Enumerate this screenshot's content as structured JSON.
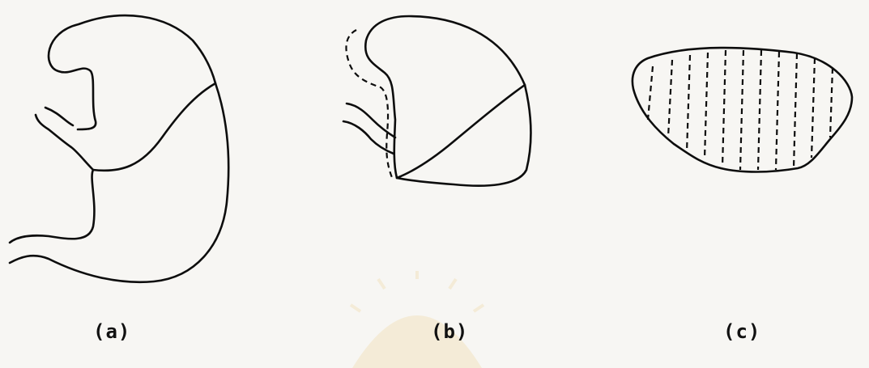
{
  "panels": [
    {
      "id": "a",
      "label": "(a)"
    },
    {
      "id": "b",
      "label": "(b)"
    },
    {
      "id": "c",
      "label": "(c)"
    }
  ],
  "colors": {
    "background": "#f7f6f3",
    "ink": "#0d0d0d",
    "watermark": "#e6b84c"
  }
}
